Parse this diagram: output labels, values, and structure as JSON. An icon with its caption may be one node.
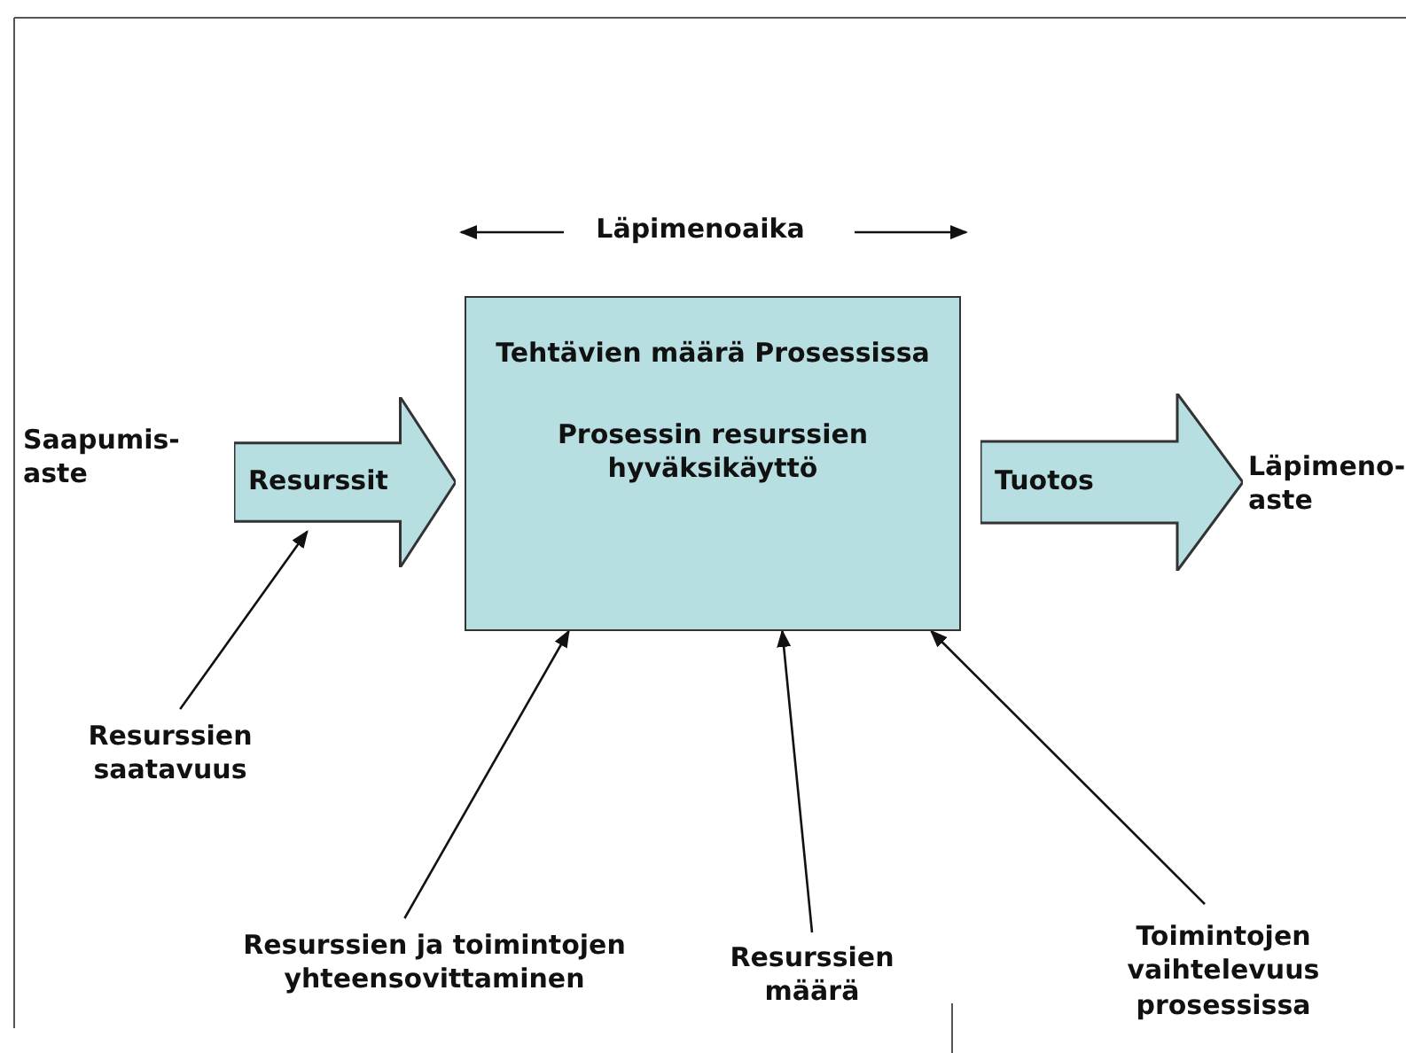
{
  "diagram": {
    "nodes": [
      {
        "text": [
          "Saapumis- aste"
        ]
      },
      {
        "text": [
          "Resurssit"
        ]
      },
      {
        "text": [
          "Tehtävien määrä Prosessissa",
          "Prosessin resurssien hyväksikäyttö"
        ]
      },
      {
        "text": [
          "Tuotos"
        ]
      },
      {
        "text": [
          "Läpimeno- aste"
        ]
      },
      {
        "text": [
          "Resurssien saatavuus"
        ]
      },
      {
        "text": [
          "Resurssien ja toimintojen yhteensovittaminen"
        ]
      },
      {
        "text": [
          "Resurssien määrä"
        ]
      },
      {
        "text": [
          "Toimintojen vaihtelevuus prosessissa"
        ]
      }
    ],
    "edges": [
      {
        "from": 5,
        "to": 1,
        "arrow": "to"
      },
      {
        "from": 6,
        "to": 2,
        "arrow": "to"
      },
      {
        "from": 7,
        "to": 2,
        "arrow": "to"
      },
      {
        "from": 8,
        "to": 2,
        "arrow": "to"
      }
    ],
    "labels": [
      "Läpimenoaika"
    ]
  }
}
